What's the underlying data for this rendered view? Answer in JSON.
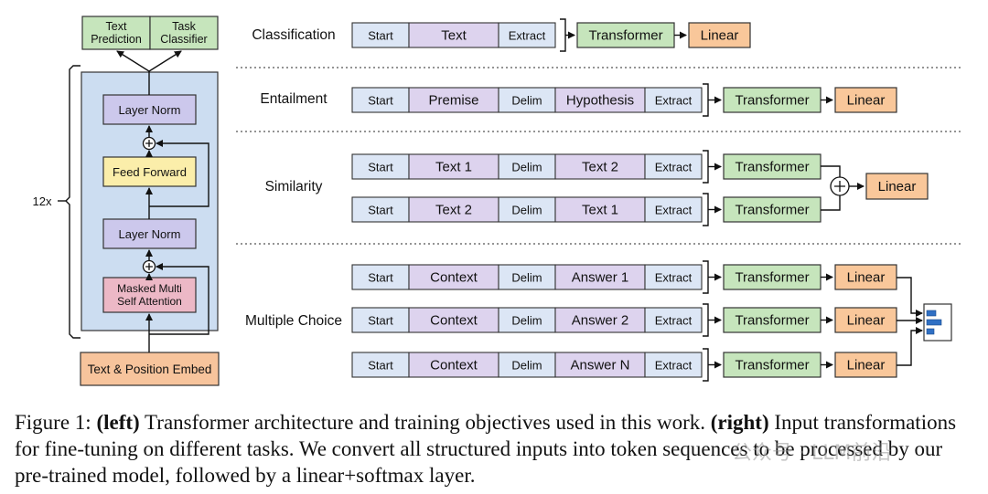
{
  "left": {
    "outputs": [
      "Text\nPrediction",
      "Task\nClassifier"
    ],
    "repeat_label": "12x",
    "blocks": {
      "layer_norm_top": "Layer Norm",
      "feed_forward": "Feed Forward",
      "layer_norm_bottom": "Layer Norm",
      "attention": "Masked Multi\nSelf Attention",
      "embed": "Text & Position Embed"
    },
    "plus_symbol": "+"
  },
  "tasks": {
    "classification": {
      "label": "Classification",
      "sequence": [
        "Start",
        "Text",
        "Extract"
      ],
      "transformer": "Transformer",
      "linear": "Linear"
    },
    "entailment": {
      "label": "Entailment",
      "sequence": [
        "Start",
        "Premise",
        "Delim",
        "Hypothesis",
        "Extract"
      ],
      "transformer": "Transformer",
      "linear": "Linear"
    },
    "similarity": {
      "label": "Similarity",
      "rows": [
        [
          "Start",
          "Text 1",
          "Delim",
          "Text 2",
          "Extract"
        ],
        [
          "Start",
          "Text 2",
          "Delim",
          "Text 1",
          "Extract"
        ]
      ],
      "transformer": "Transformer",
      "linear": "Linear",
      "plus_symbol": "+"
    },
    "multiple_choice": {
      "label": "Multiple Choice",
      "rows": [
        [
          "Start",
          "Context",
          "Delim",
          "Answer 1",
          "Extract"
        ],
        [
          "Start",
          "Context",
          "Delim",
          "Answer 2",
          "Extract"
        ],
        [
          "Start",
          "Context",
          "Delim",
          "Answer N",
          "Extract"
        ]
      ],
      "transformer": "Transformer",
      "linear": "Linear"
    }
  },
  "caption": {
    "prefix": "Figure 1: ",
    "left_tag": "(left)",
    "part1": " Transformer architecture and training objectives used in this work. ",
    "right_tag": "(right)",
    "part2": " Input transformations for fine-tuning on different tasks.  We convert all structured inputs into token sequences to be processed by our pre-trained model, followed by a linear+softmax layer."
  },
  "watermark": "公众号 · LLM前沿",
  "colors": {
    "token_blue": "#dce6f5",
    "token_purple": "#ddd3ee",
    "transformer_green": "#c6e5bc",
    "linear_orange": "#f9c79a",
    "layer_norm": "#ccc8ec",
    "feed_forward": "#fbeeaa",
    "attention": "#ecb8c6",
    "embed": "#f7c49c",
    "block_bg": "#ccddf1",
    "output_green": "#c6e5bc"
  }
}
